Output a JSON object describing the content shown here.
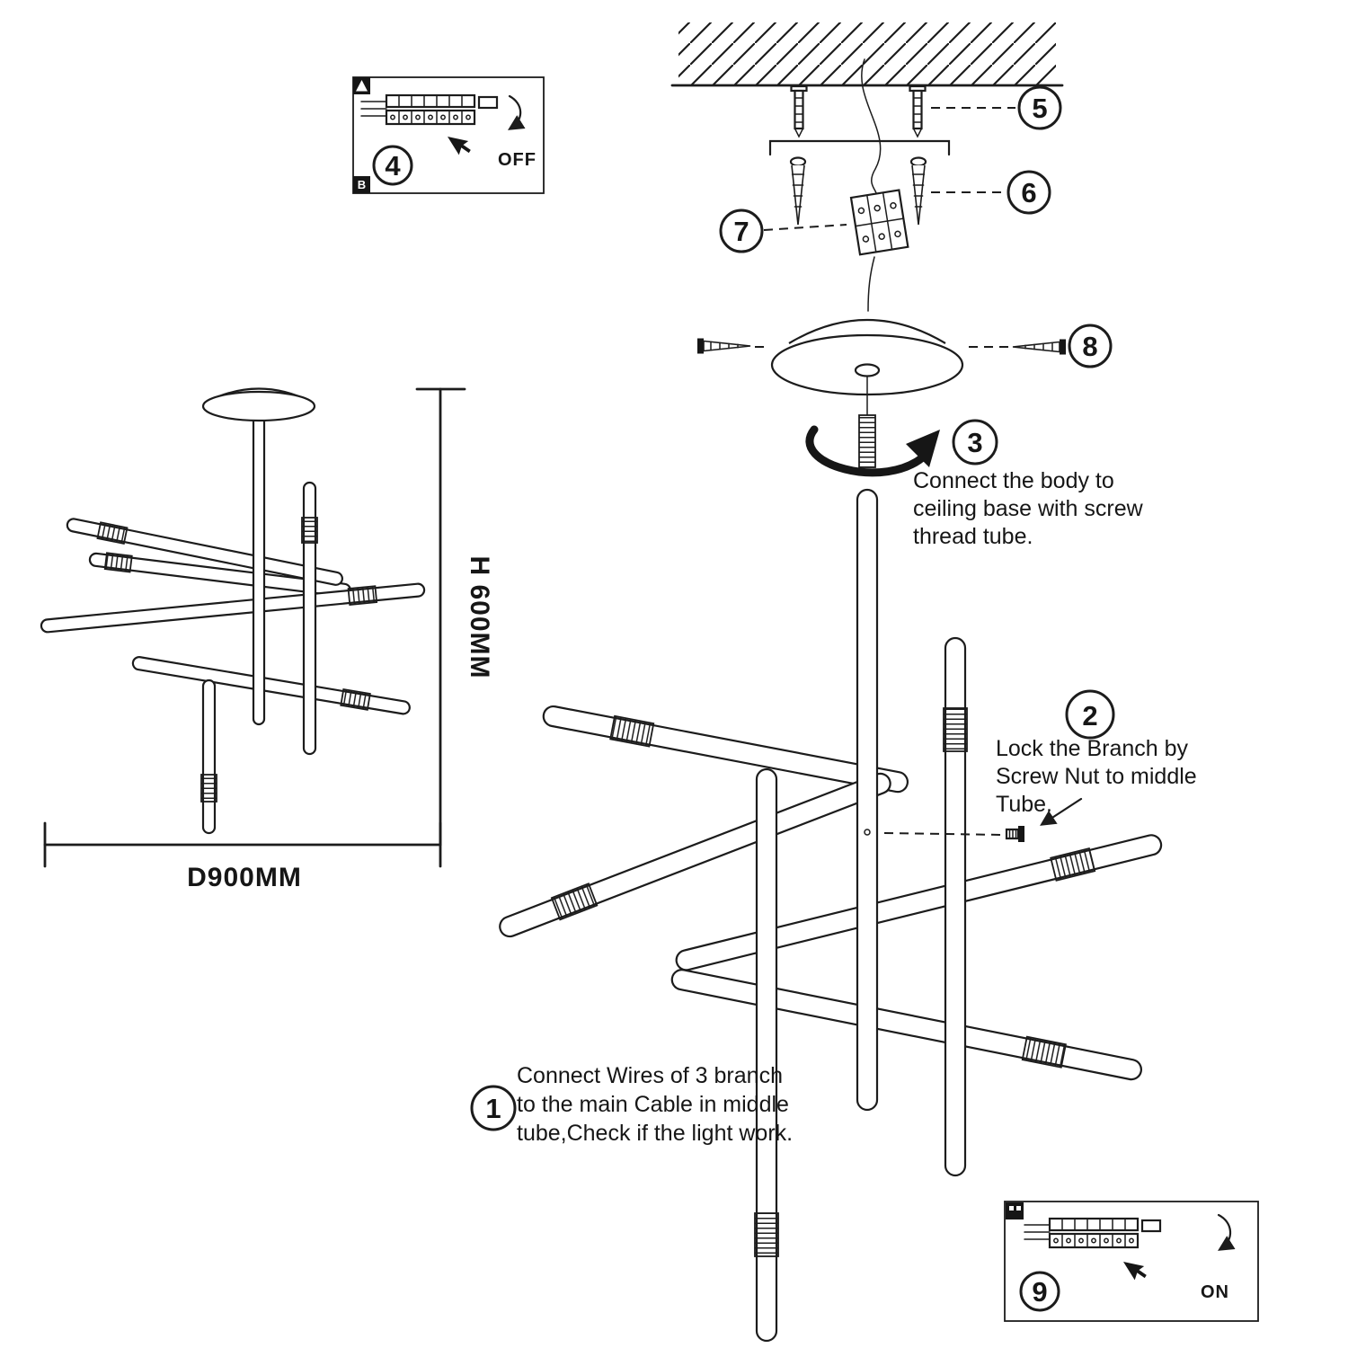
{
  "steps": {
    "s1": "1",
    "s2": "2",
    "s3": "3",
    "s4": "4",
    "s5": "5",
    "s6": "6",
    "s7": "7",
    "s8": "8",
    "s9": "9"
  },
  "labels": {
    "off": "OFF",
    "on": "ON",
    "corner_b": "B",
    "height": "H 600MM",
    "diameter": "D900MM"
  },
  "instructions": {
    "step1": {
      "lines": [
        "Connect Wires of 3 branch",
        "to the main Cable in middle",
        "tube,Check if the light work."
      ]
    },
    "step2": {
      "lines": [
        "Lock the Branch by",
        "Screw Nut to middle",
        "Tube."
      ]
    },
    "step3": {
      "lines": [
        "Connect the body to",
        "ceiling base with screw",
        "thread tube."
      ]
    }
  }
}
